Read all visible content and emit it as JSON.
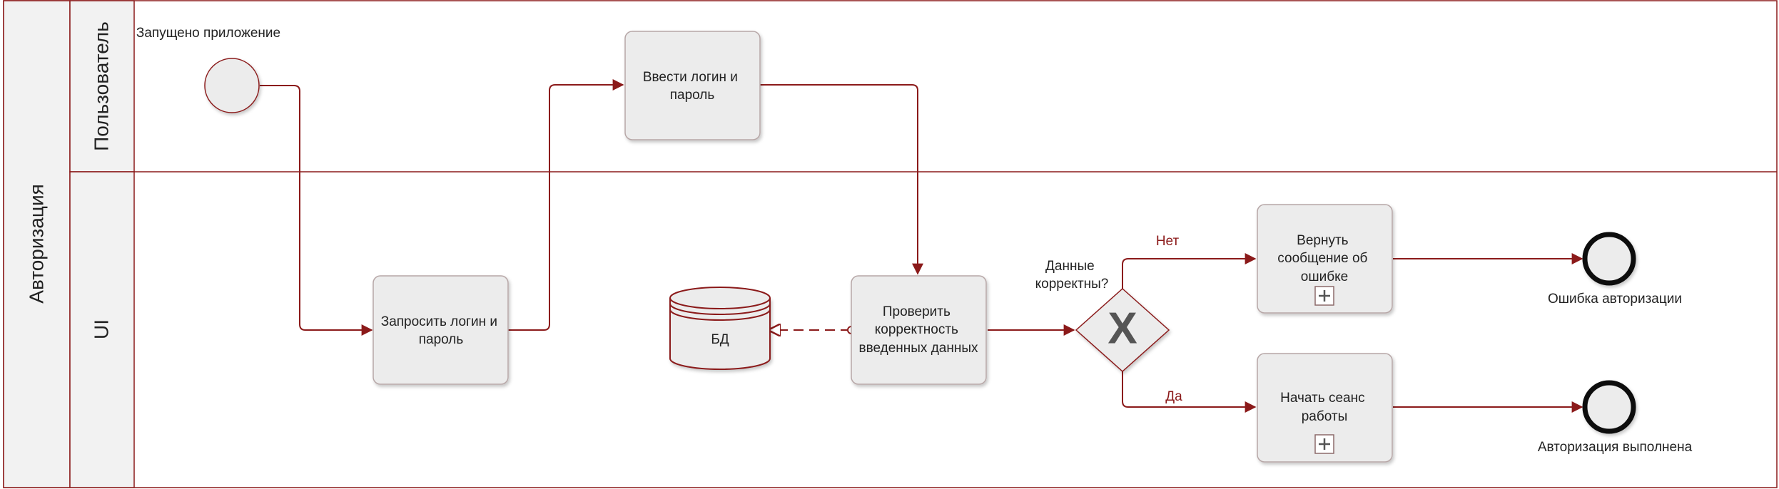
{
  "pool": {
    "label": "Авторизация"
  },
  "lanes": [
    {
      "id": "user",
      "label": "Пользователь"
    },
    {
      "id": "ui",
      "label": "UI"
    }
  ],
  "events": {
    "start": {
      "label": "Запущено приложение"
    },
    "end_error": {
      "label": "Ошибка авторизации"
    },
    "end_success": {
      "label": "Авторизация выполнена"
    }
  },
  "tasks": {
    "enter_login": {
      "lines": [
        "Ввести логин и",
        "пароль"
      ]
    },
    "request_login": {
      "lines": [
        "Запросить логин и",
        "пароль"
      ]
    },
    "check_data": {
      "lines": [
        "Проверить",
        "корректность",
        "введенных данных"
      ]
    },
    "return_error": {
      "lines": [
        "Вернуть",
        "сообщение об",
        "ошибке"
      ],
      "subprocess": true
    },
    "start_session": {
      "lines": [
        "Начать сеанс",
        "работы"
      ],
      "subprocess": true
    }
  },
  "datastore": {
    "label": "БД"
  },
  "gateway": {
    "lines": [
      "Данные",
      "корректны?"
    ],
    "marker": "X"
  },
  "flows": {
    "no": "Нет",
    "yes": "Да"
  },
  "colors": {
    "line": "#8b1a1a",
    "task_fill": "#ececec",
    "task_stroke": "#b7a7a7",
    "lane_border": "#8b1a1a",
    "lane_header_fill": "#f2f2f2",
    "gateway_marker": "#555555"
  }
}
